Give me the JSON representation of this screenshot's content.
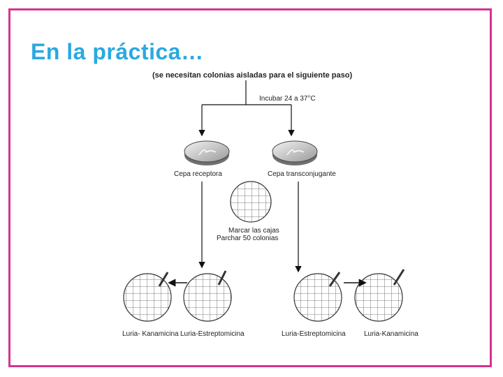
{
  "slide": {
    "title": "En la práctica…",
    "accent_color": "#2aa9e0",
    "border_color": "#d6338f"
  },
  "diagram": {
    "header_note": "(se necesitan colonias aisladas para el siguiente paso)",
    "incubate_label": "Incubar 24 a 37°C",
    "plate_left_label": "Cepa receptora",
    "plate_right_label": "Cepa transconjugante",
    "grid_plate_line1": "Marcar las cajas",
    "grid_plate_line2": "Parchar 50 colonias",
    "bottom_labels": [
      "Luria- Kanamicina",
      "Luria-Estreptomicina",
      "Luria-Estreptomicina",
      "Luria-Kanamicina"
    ]
  }
}
